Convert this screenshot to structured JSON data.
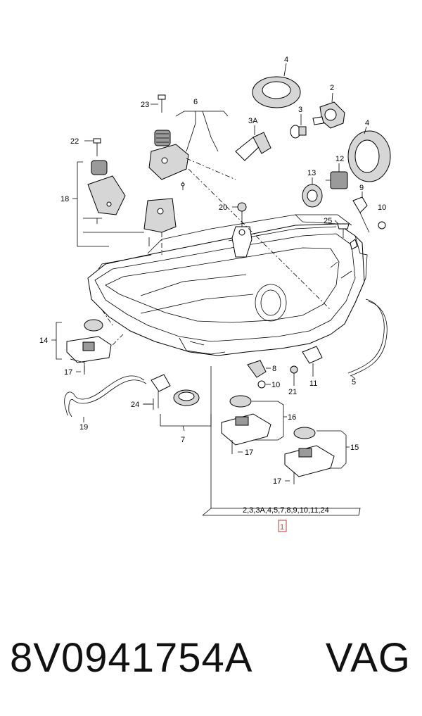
{
  "callouts": {
    "c1": "1",
    "c2": "2",
    "c3": "3",
    "c3a": "3A",
    "c4a": "4",
    "c4b": "4",
    "c5": "5",
    "c6": "6",
    "c7": "7",
    "c8": "8",
    "c9": "9",
    "c10a": "10",
    "c10b": "10",
    "c11": "11",
    "c12": "12",
    "c13": "13",
    "c14": "14",
    "c15": "15",
    "c16": "16",
    "c17a": "17",
    "c17b": "17",
    "c17c": "17",
    "c18": "18",
    "c19": "19",
    "c20": "20",
    "c21": "21",
    "c22": "22",
    "c23": "23",
    "c24": "24",
    "c25": "25"
  },
  "assembly_includes": "2,3,3A,4,5,7,8,9,10,11,24",
  "part_number": "8V0941754A",
  "brand": "VAG",
  "colors": {
    "highlight_box": "#c0392b",
    "ink": "#000000"
  }
}
